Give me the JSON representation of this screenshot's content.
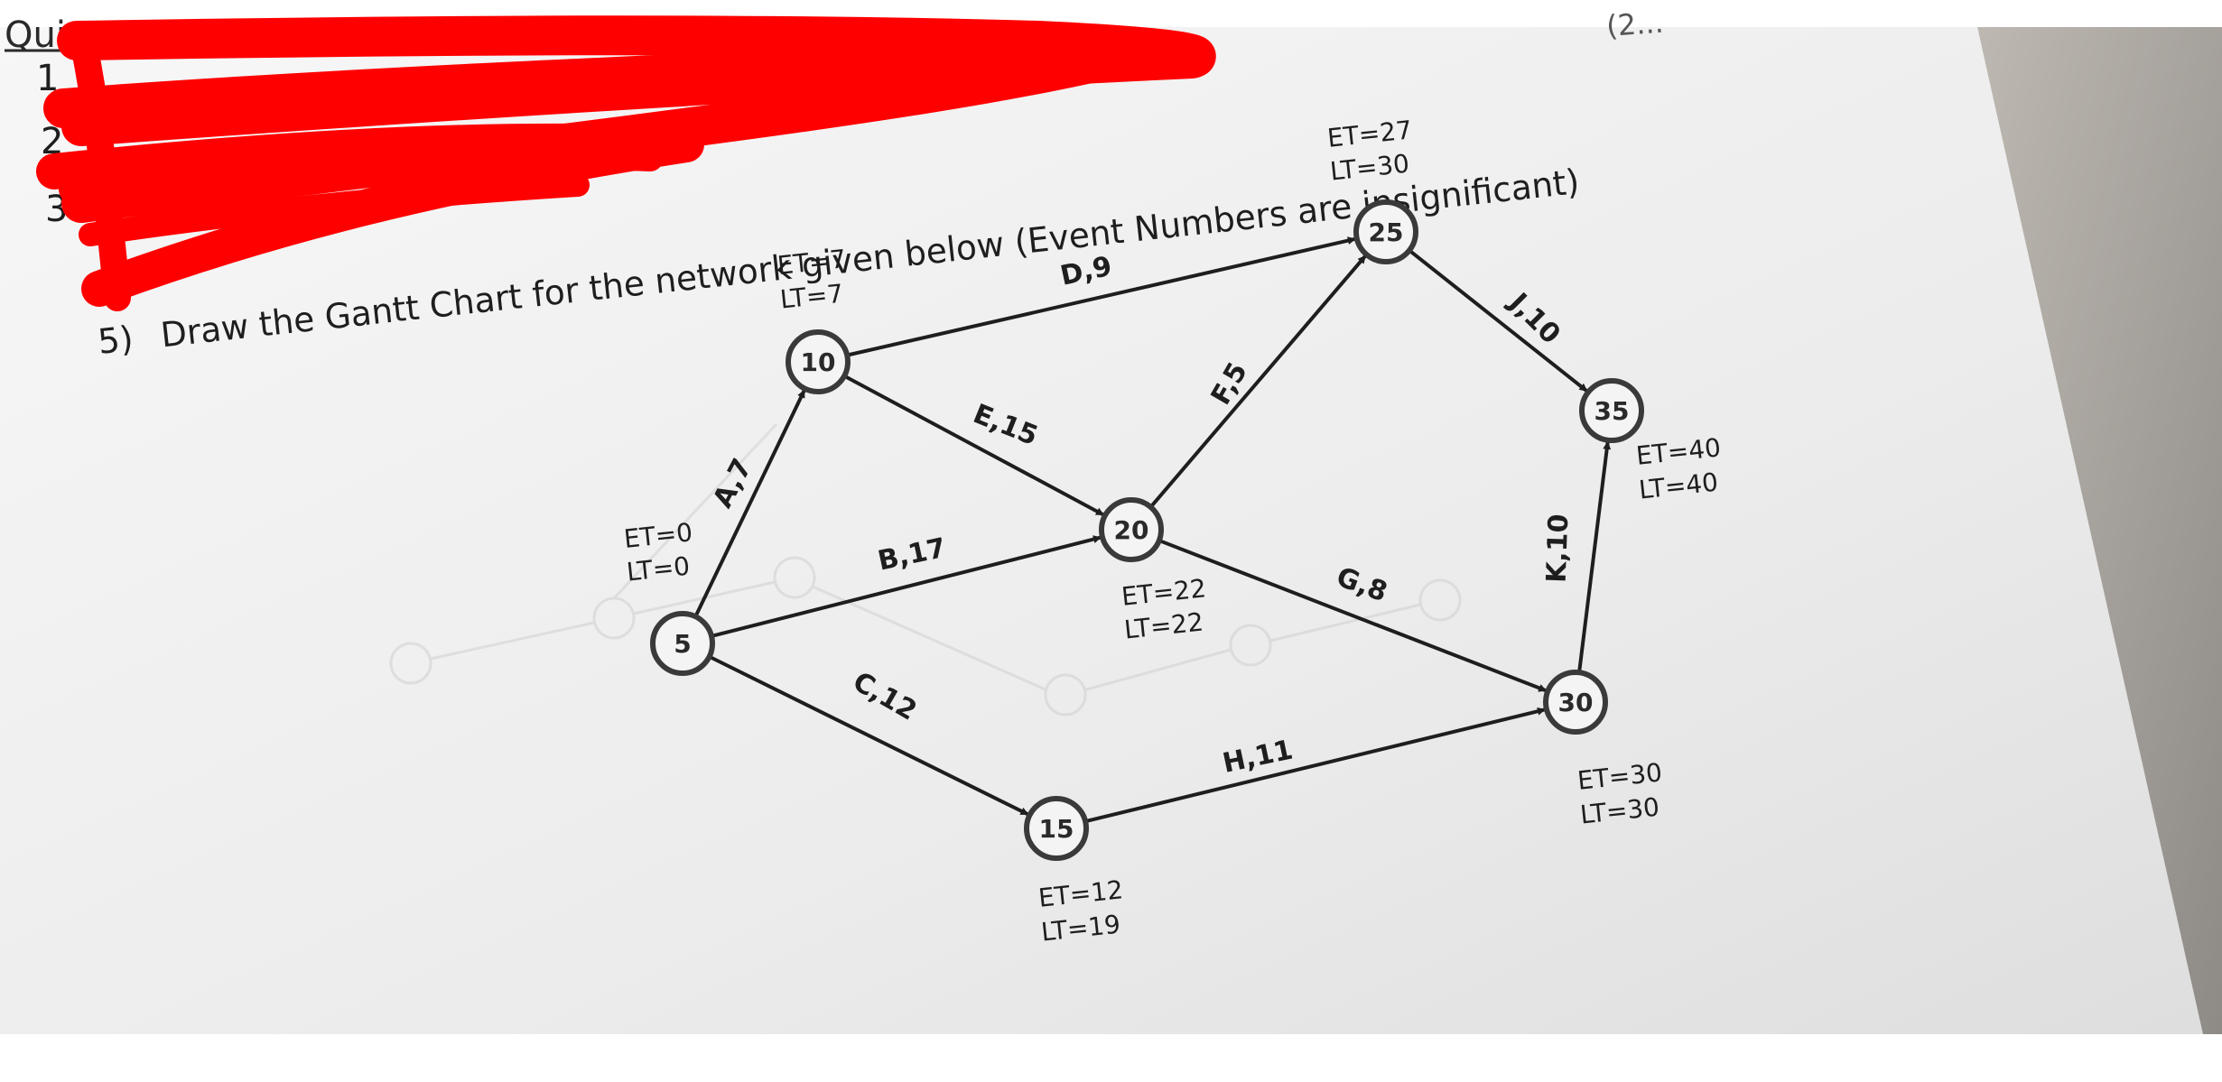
{
  "header": {
    "quiz_fragment": "Quiz",
    "numbers": [
      "1",
      "2",
      "3"
    ],
    "question_number": "5)",
    "question_text": "Draw the Gantt Chart for the network given below (Event Numbers are insignificant)",
    "corner_fragment": "(2..."
  },
  "colors": {
    "paper": "#f2f2f2",
    "ink": "#1e1e1e",
    "redaction": "#ff0000",
    "ghost": "#cfcfcf"
  },
  "nodes": [
    {
      "id": "5",
      "label": "5",
      "et": "ET=0",
      "lt": "LT=0"
    },
    {
      "id": "10",
      "label": "10",
      "et": "ET=7",
      "lt": "LT=7"
    },
    {
      "id": "15",
      "label": "15",
      "et": "ET=12",
      "lt": "LT=19"
    },
    {
      "id": "20",
      "label": "20",
      "et": "ET=22",
      "lt": "LT=22"
    },
    {
      "id": "25",
      "label": "25",
      "et": "ET=27",
      "lt": "LT=30"
    },
    {
      "id": "30",
      "label": "30",
      "et": "ET=30",
      "lt": "LT=30"
    },
    {
      "id": "35",
      "label": "35",
      "et": "ET=40",
      "lt": "LT=40"
    }
  ],
  "activities": [
    {
      "label": "A,7",
      "from": "5",
      "to": "10"
    },
    {
      "label": "B,17",
      "from": "5",
      "to": "20"
    },
    {
      "label": "C,12",
      "from": "5",
      "to": "15"
    },
    {
      "label": "D,9",
      "from": "10",
      "to": "25"
    },
    {
      "label": "E,15",
      "from": "10",
      "to": "20"
    },
    {
      "label": "F,5",
      "from": "20",
      "to": "25"
    },
    {
      "label": "G,8",
      "from": "20",
      "to": "30"
    },
    {
      "label": "H,11",
      "from": "15",
      "to": "30"
    },
    {
      "label": "J,10",
      "from": "25",
      "to": "35"
    },
    {
      "label": "K,10",
      "from": "30",
      "to": "35"
    }
  ]
}
